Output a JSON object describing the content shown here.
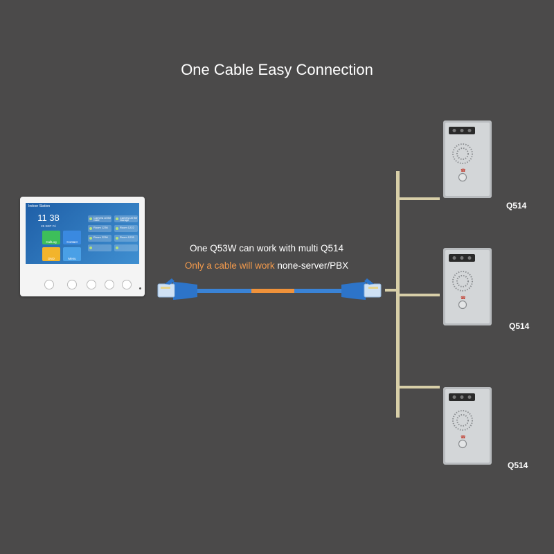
{
  "title": "One Cable Easy Connection",
  "captions": {
    "line1": "One Q53W can work with multi Q514",
    "line2_highlight": "Only a cable will work",
    "line2_rest": " none-server/PBX"
  },
  "indoor_monitor": {
    "header": "Indoor Station",
    "time": "11 38",
    "date": "25 SEP Fri",
    "tiles": [
      "CallLog",
      "Contact",
      "DND",
      "Menu"
    ],
    "rooms": [
      "Camera at the Gate",
      "Camera at the Garage",
      "Room 1236",
      "Room 1222",
      "Room 2236",
      "Room 1235",
      "",
      ""
    ]
  },
  "door_phones": [
    {
      "label": "Q514"
    },
    {
      "label": "Q514"
    },
    {
      "label": "Q514"
    }
  ],
  "colors": {
    "background": "#4b4a4a",
    "cable_blue": "#3a83d6",
    "cable_orange": "#f0923a",
    "highlight_text": "#f39a4c",
    "bus_line": "#d8cfa8"
  }
}
